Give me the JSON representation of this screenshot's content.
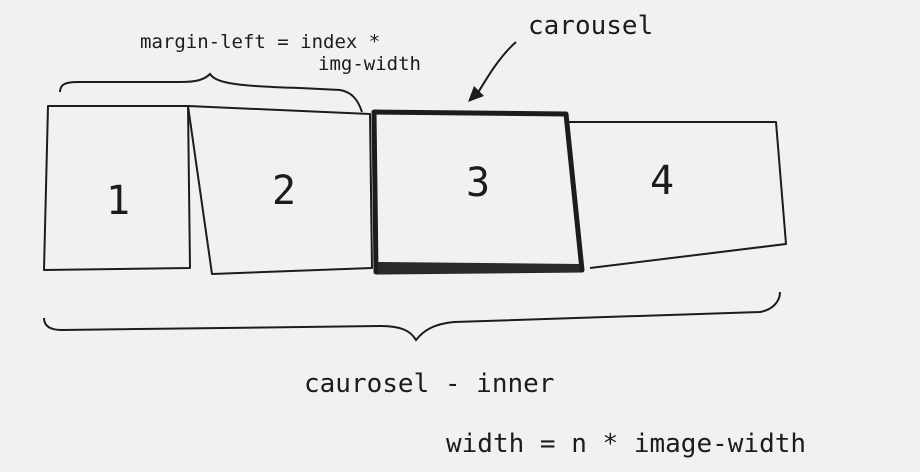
{
  "panels": [
    {
      "label": "1"
    },
    {
      "label": "2"
    },
    {
      "label": "3"
    },
    {
      "label": "4"
    }
  ],
  "labels": {
    "carousel": "carousel",
    "margin_line1": "margin-left = index *",
    "margin_line2": "img-width",
    "inner": "caurosel - inner",
    "width_formula": "width = n * image-width"
  },
  "colors": {
    "paper": "#f1f1ef",
    "ink": "#1c1c1c"
  }
}
